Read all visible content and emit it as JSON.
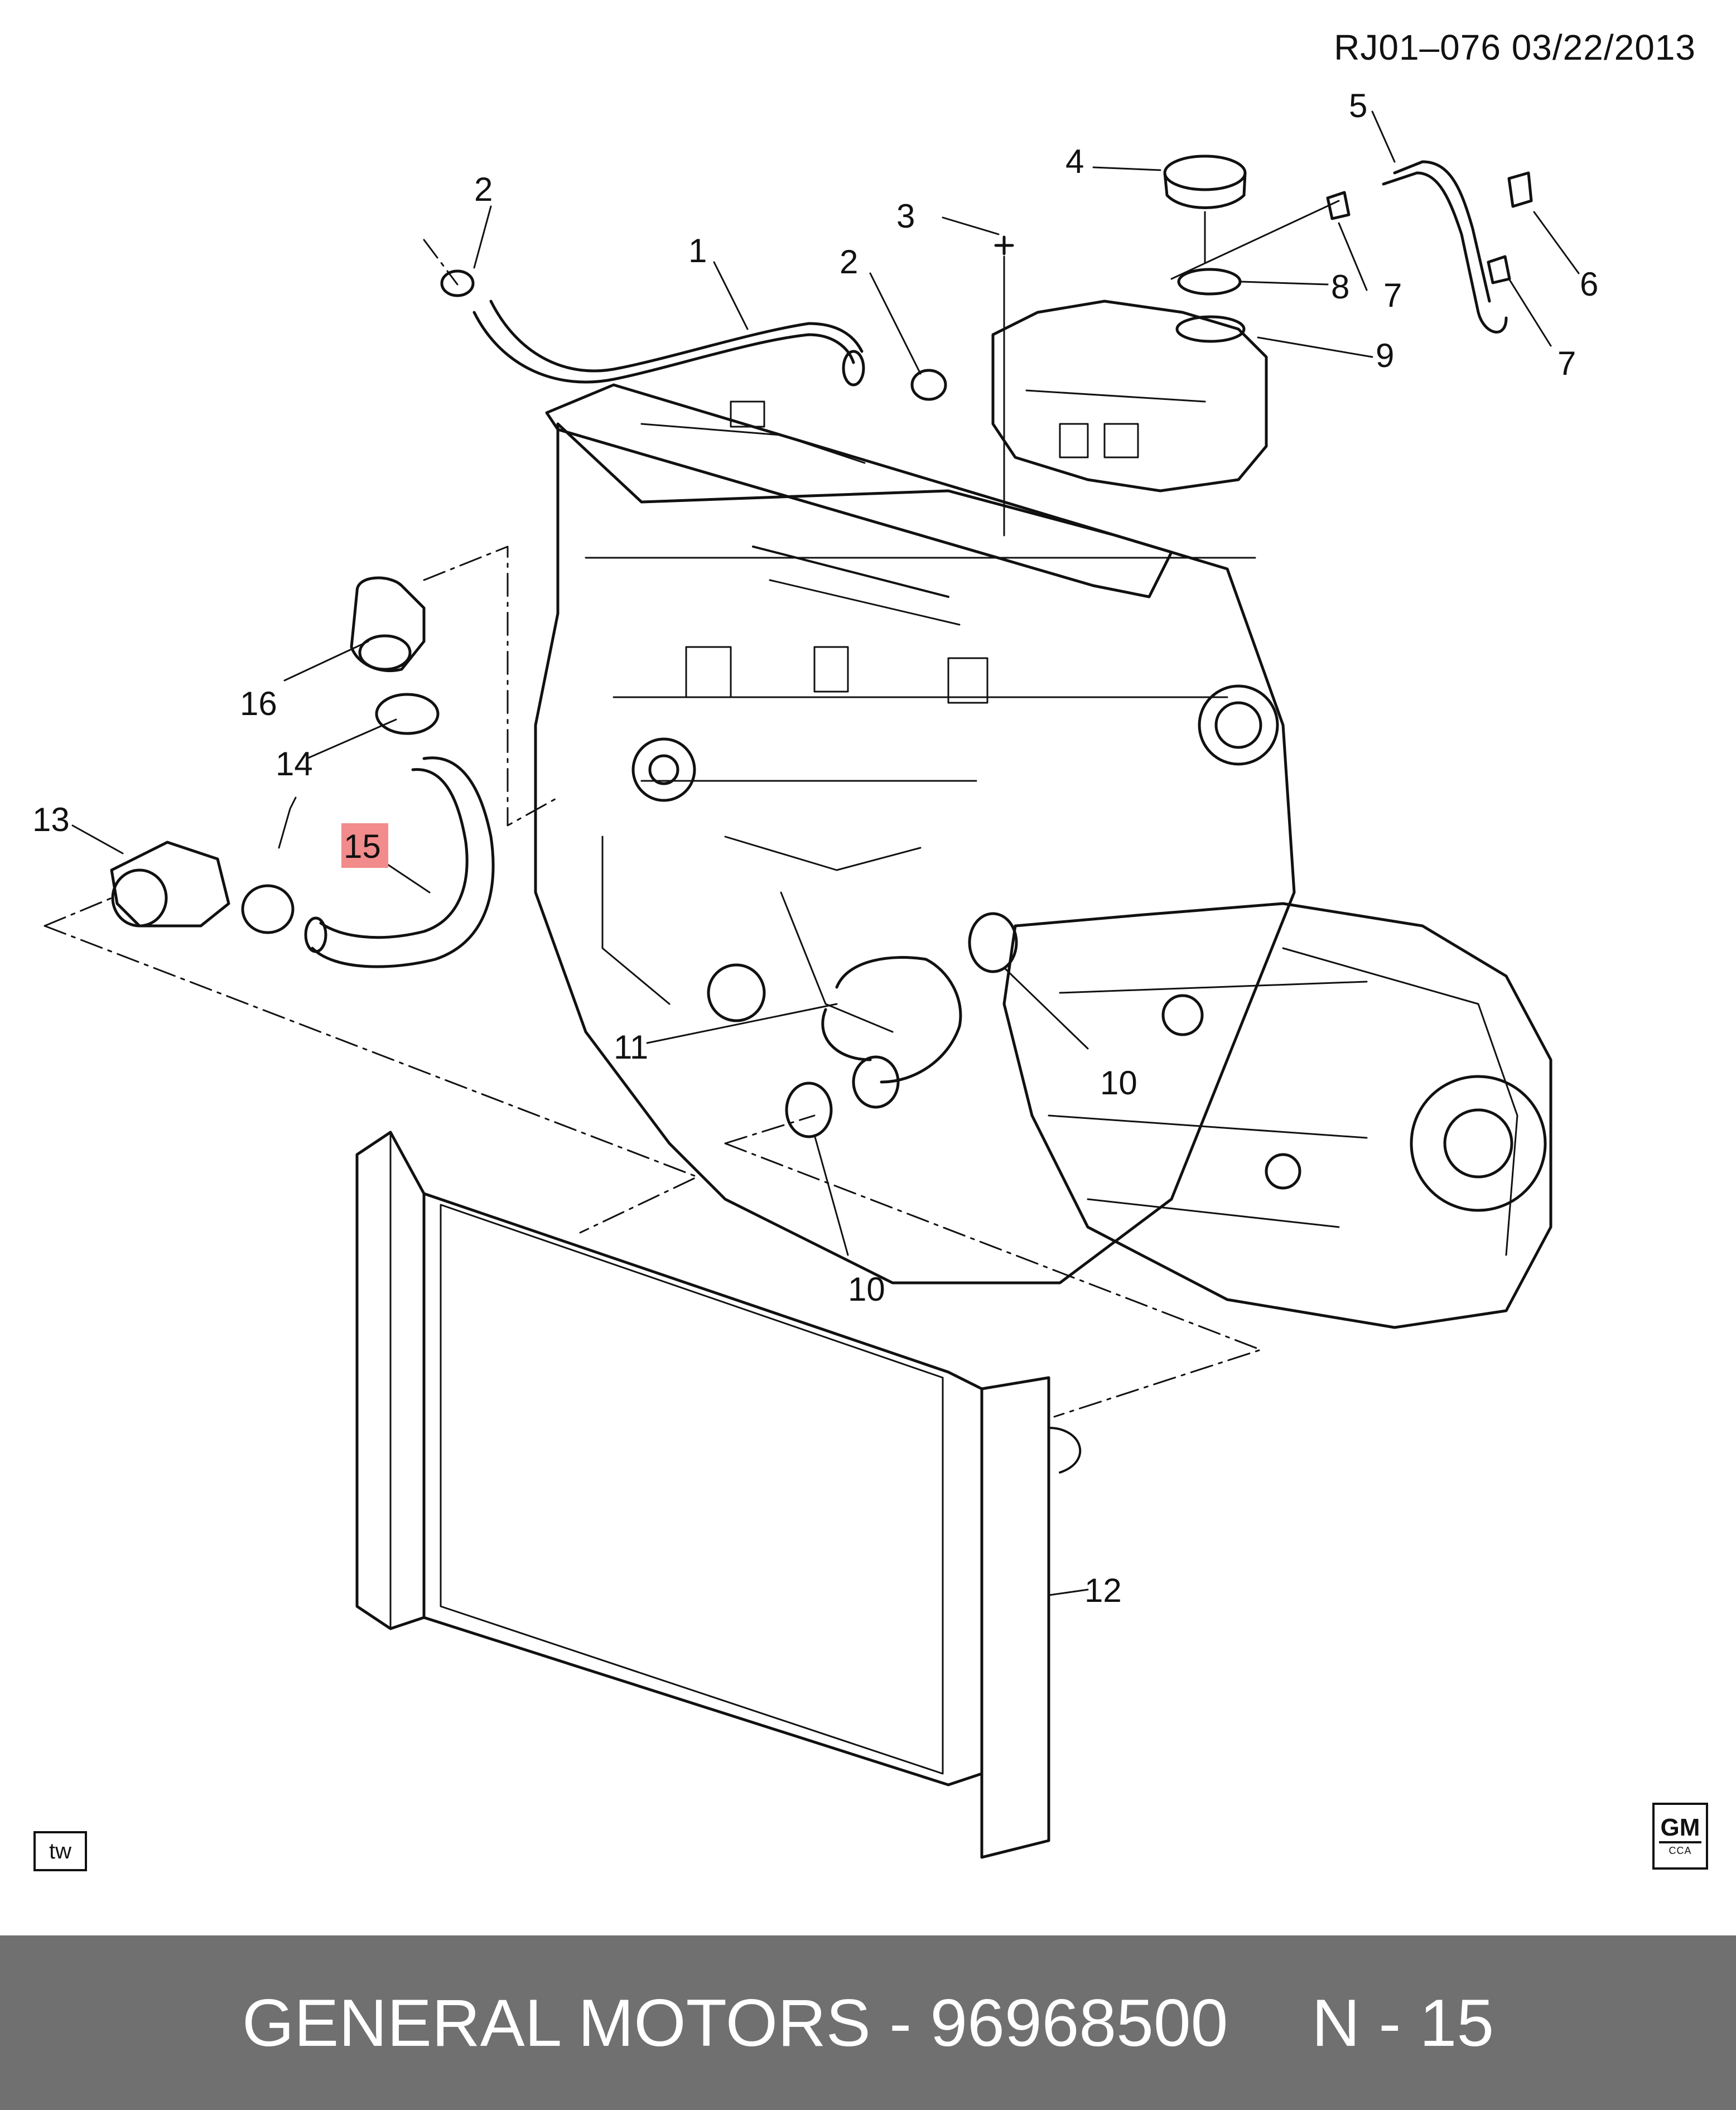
{
  "header": {
    "ref_code": "RJ01–076  03/22/2013"
  },
  "callouts": {
    "c1": "1",
    "c2a": "2",
    "c2b": "2",
    "c3": "3",
    "c4": "4",
    "c5": "5",
    "c6": "6",
    "c7a": "7",
    "c7b": "7",
    "c8": "8",
    "c9": "9",
    "c10a": "10",
    "c10b": "10",
    "c11": "11",
    "c12": "12",
    "c13": "13",
    "c14": "14",
    "c15": "15",
    "c16": "16"
  },
  "highlight": {
    "callout": "15",
    "color": "#f28b8b"
  },
  "badges": {
    "tw": "tw",
    "gm_logo_top": "GM",
    "gm_logo_bottom": "CCA"
  },
  "footer": {
    "brand": "GENERAL MOTORS",
    "separator": "-",
    "part_number": "96968500",
    "page_ref": "N - 15"
  }
}
